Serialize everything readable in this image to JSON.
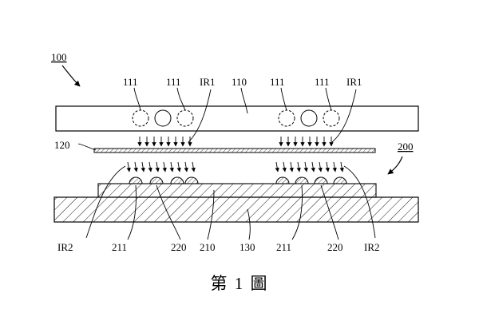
{
  "figure": {
    "caption": "第 1 圖",
    "labels": {
      "ref_100": "100",
      "ref_200": "200",
      "ref_110": "110",
      "ref_111": "111",
      "ref_120": "120",
      "ref_130": "130",
      "ref_210": "210",
      "ref_211": "211",
      "ref_220": "220",
      "ref_IR1": "IR1",
      "ref_IR2": "IR2"
    }
  }
}
